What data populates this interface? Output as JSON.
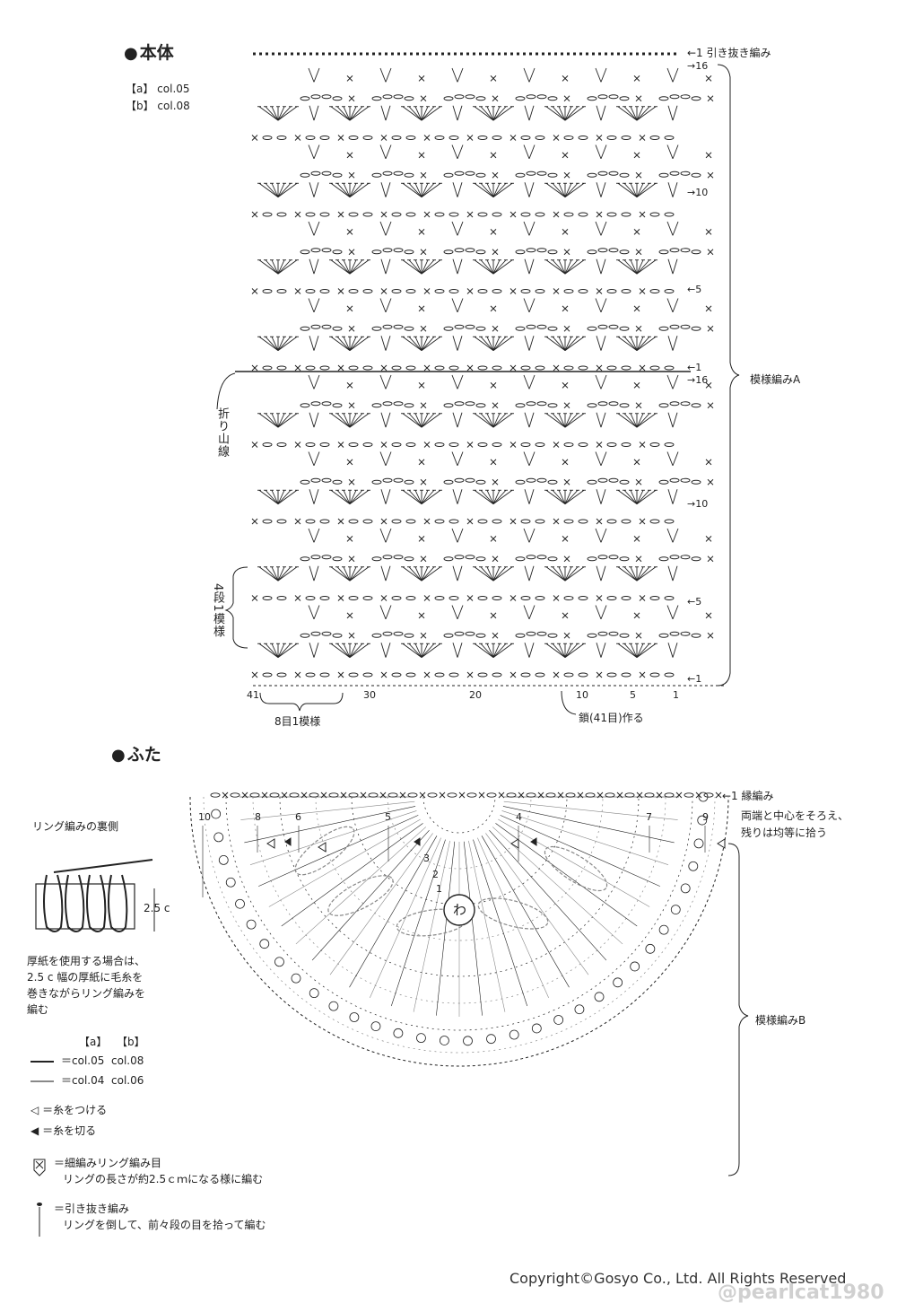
{
  "body_section": {
    "title": "本体",
    "colors": [
      "【a】 col.05",
      "【b】 col.08"
    ],
    "right_labels": {
      "top_slip": "←1 引き抜き編み",
      "r16_top": "→16",
      "r10_top": "→10",
      "r5_top": "←5",
      "r1_mid": "←1",
      "r16_mid": "→16",
      "r10_bot": "→10",
      "r5_bot": "←5",
      "r1_bot": "←1"
    },
    "pattern_label": "模様編みA",
    "fold_line_label": "折り山線",
    "repeat_rows_label": "4段1模様",
    "bottom_numbers": [
      "41",
      "30",
      "20",
      "10",
      "5",
      "1"
    ],
    "stitch_repeat_label": "8目1模様",
    "chain_label": "鎖(41目)作る"
  },
  "lid_section": {
    "title": "ふた",
    "edge_label": "←1 縁編み",
    "edge_note_1": "両端と中心をそろえ、",
    "edge_note_2": "残りは均等に拾う",
    "pattern_label": "模様編みB",
    "round_numbers": [
      "10",
      "8",
      "6",
      "5",
      "4",
      "7",
      "9"
    ],
    "center_rounds": [
      "3",
      "2",
      "1"
    ],
    "center_ring": "わ"
  },
  "ring_panel": {
    "title": "リング編みの裏側",
    "size": "2.5 c",
    "note": [
      "厚紙を使用する場合は、",
      "2.5 c 幅の厚紙に毛糸を",
      "巻きながらリング編みを",
      "編む"
    ]
  },
  "legend": {
    "header_a": "【a】",
    "header_b": "【b】",
    "row1_a": "＝col.05",
    "row1_b": "col.08",
    "row2_a": "＝col.04",
    "row2_b": "col.06",
    "join": "＝糸をつける",
    "cut": "＝糸を切る",
    "ring_stitch_1": "＝細編みリング編み目",
    "ring_stitch_2": "リングの長さが約2.5ｃｍになる様に編む",
    "slip_1": "＝引き抜き編み",
    "slip_2": "リングを倒して、前々段の目を拾って編む"
  },
  "footer": {
    "copyright": "Copyright©Gosyo Co., Ltd. All Rights Reserved",
    "watermark": "@pearlcat1980"
  },
  "colors": {
    "line_main": "#222222",
    "line_alt": "#888888"
  }
}
